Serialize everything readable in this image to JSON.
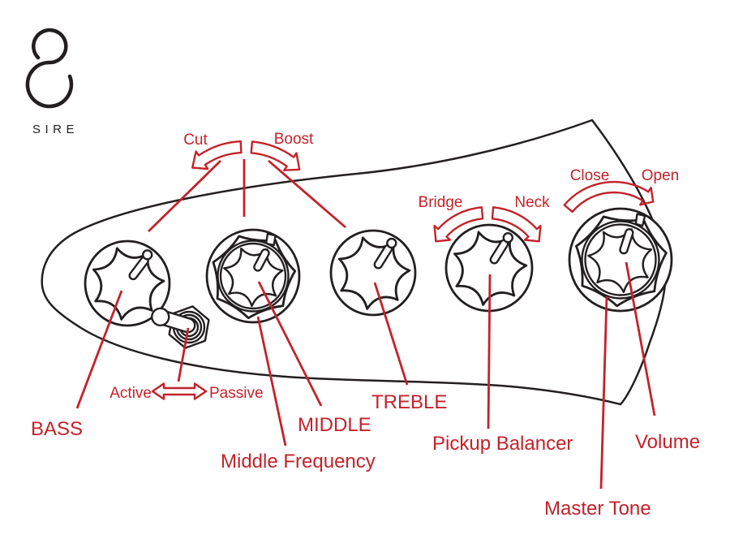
{
  "brand": {
    "name": "SIRE",
    "logo_icon": "sire-s-monogram"
  },
  "colors": {
    "annotation_red": "#c4222a",
    "line_black": "#231f20",
    "background": "#ffffff"
  },
  "controls": {
    "bass": "BASS",
    "middle": "MIDDLE",
    "middle_frequency": "Middle Frequency",
    "treble": "TREBLE",
    "pickup_balancer": "Pickup Balancer",
    "volume": "Volume",
    "master_tone": "Master Tone"
  },
  "annotations": {
    "cut": "Cut",
    "boost": "Boost",
    "bridge": "Bridge",
    "neck": "Neck",
    "close": "Close",
    "open": "Open",
    "active": "Active",
    "passive": "Passive"
  }
}
